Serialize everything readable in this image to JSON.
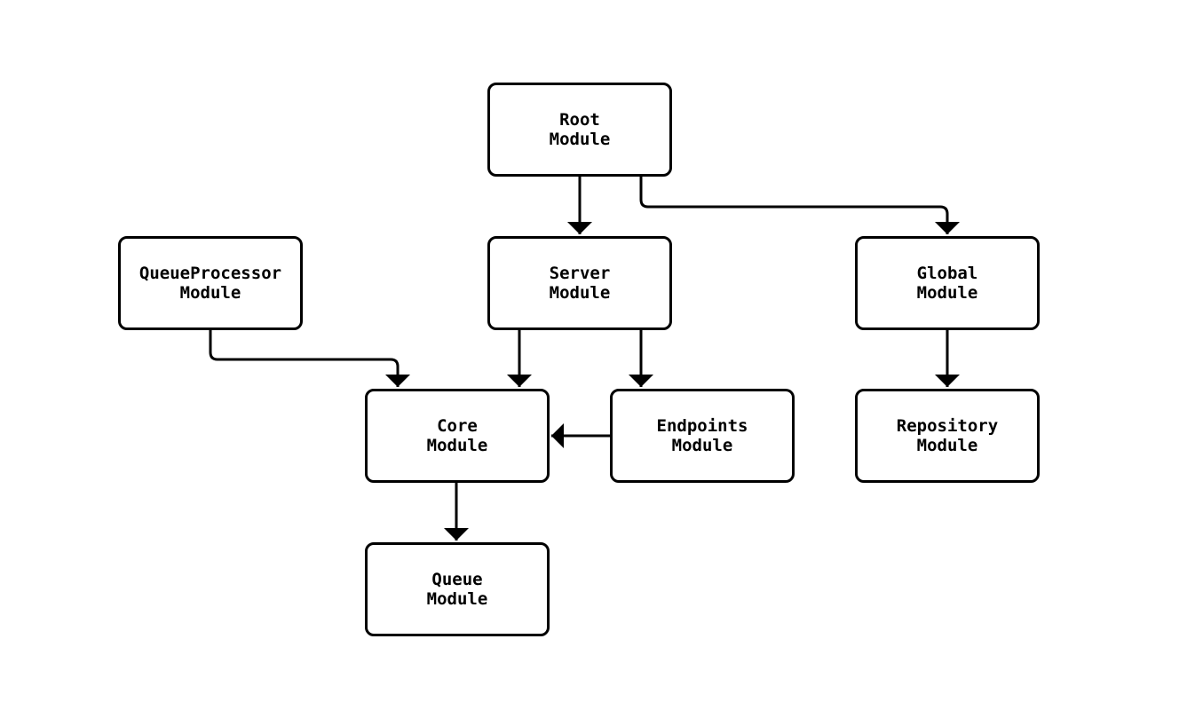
{
  "diagram": {
    "type": "module-dependency-flowchart",
    "background_color": "#ffffff",
    "line_color": "#000000",
    "text_color": "#000000",
    "nodes": [
      {
        "id": "root",
        "line1": "Root",
        "line2": "Module"
      },
      {
        "id": "queueprocessor",
        "line1": "QueueProcessor",
        "line2": "Module"
      },
      {
        "id": "server",
        "line1": "Server",
        "line2": "Module"
      },
      {
        "id": "global",
        "line1": "Global",
        "line2": "Module"
      },
      {
        "id": "core",
        "line1": "Core",
        "line2": "Module"
      },
      {
        "id": "endpoints",
        "line1": "Endpoints",
        "line2": "Module"
      },
      {
        "id": "repository",
        "line1": "Repository",
        "line2": "Module"
      },
      {
        "id": "queue",
        "line1": "Queue",
        "line2": "Module"
      }
    ],
    "edges": [
      {
        "from": "Root Module",
        "to": "Server Module"
      },
      {
        "from": "Root Module",
        "to": "Global Module"
      },
      {
        "from": "QueueProcessor Module",
        "to": "Core Module"
      },
      {
        "from": "Server Module",
        "to": "Core Module"
      },
      {
        "from": "Server Module",
        "to": "Endpoints Module"
      },
      {
        "from": "Global Module",
        "to": "Repository Module"
      },
      {
        "from": "Endpoints Module",
        "to": "Core Module"
      },
      {
        "from": "Core Module",
        "to": "Queue Module"
      }
    ]
  }
}
